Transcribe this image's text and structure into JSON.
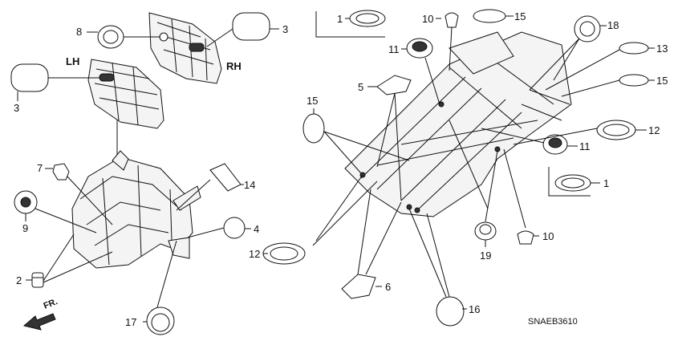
{
  "diagram": {
    "side_labels": {
      "left": "LH",
      "right": "RH"
    },
    "direction_label": "FR.",
    "diagram_code": "SNAEB3610",
    "callouts": [
      {
        "id": "c8",
        "text": "8"
      },
      {
        "id": "c3a",
        "text": "3"
      },
      {
        "id": "c3b",
        "text": "3"
      },
      {
        "id": "c7",
        "text": "7"
      },
      {
        "id": "c9",
        "text": "9"
      },
      {
        "id": "c2",
        "text": "2"
      },
      {
        "id": "c14",
        "text": "14"
      },
      {
        "id": "c4",
        "text": "4"
      },
      {
        "id": "c17",
        "text": "17"
      },
      {
        "id": "c1a",
        "text": "1"
      },
      {
        "id": "c10a",
        "text": "10"
      },
      {
        "id": "c15a",
        "text": "15"
      },
      {
        "id": "c18",
        "text": "18"
      },
      {
        "id": "c11a",
        "text": "11"
      },
      {
        "id": "c13",
        "text": "13"
      },
      {
        "id": "c5",
        "text": "5"
      },
      {
        "id": "c15b",
        "text": "15"
      },
      {
        "id": "c15c",
        "text": "15"
      },
      {
        "id": "c12a",
        "text": "12"
      },
      {
        "id": "c11b",
        "text": "11"
      },
      {
        "id": "c1b",
        "text": "1"
      },
      {
        "id": "c12b",
        "text": "12"
      },
      {
        "id": "c19",
        "text": "19"
      },
      {
        "id": "c10b",
        "text": "10"
      },
      {
        "id": "c6",
        "text": "6"
      },
      {
        "id": "c16",
        "text": "16"
      }
    ]
  }
}
